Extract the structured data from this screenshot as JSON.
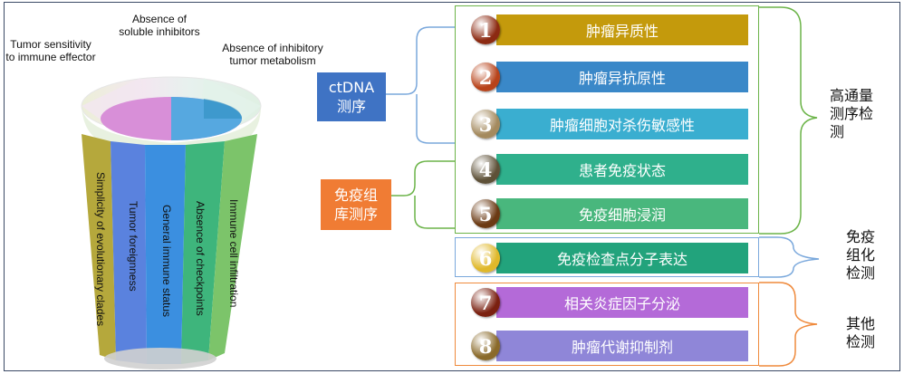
{
  "cup": {
    "top_labels": [
      {
        "text": "Tumor sensitivity\nto immune effector"
      },
      {
        "text": "Absence of\nsoluble  inhibitors"
      },
      {
        "text": "Absence of inhibitory\ntumor metabolism"
      }
    ],
    "strips": [
      {
        "text": "Simplicity of evolutionary clades",
        "color": "#b5a83c"
      },
      {
        "text": "Tumor foreignness",
        "color": "#5a82de"
      },
      {
        "text": "General  immune  status",
        "color": "#3b8fe0"
      },
      {
        "text": "Absence  of  checkpoints",
        "color": "#3eb57c"
      },
      {
        "text": "Immune  cell  infiltration",
        "color": "#7cc46a"
      }
    ]
  },
  "tags": [
    {
      "text": "ctDNA\n测序",
      "color": "#3f73c4"
    },
    {
      "text": "免疫组\n库测序",
      "color": "#f07c34"
    }
  ],
  "items": [
    {
      "num": "1",
      "label": "肿瘤异质性",
      "bar": "#c49a0c",
      "circle": "#8c2a12"
    },
    {
      "num": "2",
      "label": "肿瘤异抗原性",
      "bar": "#3a88c8",
      "circle": "#b8431a"
    },
    {
      "num": "3",
      "label": "肿瘤细胞对杀伤敏感性",
      "bar": "#3aaed0",
      "circle": "#a48a5e"
    },
    {
      "num": "4",
      "label": "患者免疫状态",
      "bar": "#2fb08c",
      "circle": "#5e5138"
    },
    {
      "num": "5",
      "label": "免疫细胞浸润",
      "bar": "#49b77d",
      "circle": "#6b3a14"
    },
    {
      "num": "6",
      "label": "免疫检查点分子表达",
      "bar": "#22a37c",
      "circle": "#e0b82a"
    },
    {
      "num": "7",
      "label": "相关炎症因子分泌",
      "bar": "#b46ad8",
      "circle": "#7a2010"
    },
    {
      "num": "8",
      "label": "肿瘤代谢抑制剂",
      "bar": "#8f86d8",
      "circle": "#8a6a2a"
    }
  ],
  "side_labels": [
    {
      "text": "高通量\n测序检\n测"
    },
    {
      "text": "免疫\n组化\n检测"
    },
    {
      "text": "其他\n检测"
    }
  ],
  "colors": {
    "green_group": "#6cb449",
    "blue_group": "#7aa8dc",
    "orange_group": "#ef8a3c",
    "frame": "#3b4a66"
  }
}
